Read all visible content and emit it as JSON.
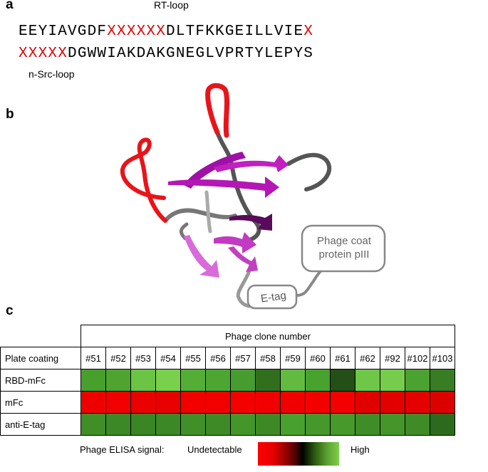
{
  "panels": {
    "a": "a",
    "b": "b",
    "c": "c"
  },
  "sequence": {
    "line1": [
      {
        "text": "EEYIAVGDF",
        "red": false
      },
      {
        "text": "XXXXXX",
        "red": true
      },
      {
        "text": "DLTFKKGEILLVIE",
        "red": false
      },
      {
        "text": "X",
        "red": true
      }
    ],
    "line2": [
      {
        "text": "XXXXX",
        "red": true
      },
      {
        "text": "DGWWIAKDAKGNEGLVPRTYLEPYS",
        "red": false
      }
    ],
    "rt_loop_label": "RT-loop",
    "nsrc_loop_label": "n-Src-loop"
  },
  "structure": {
    "phage_coat_label_1": "Phage coat",
    "phage_coat_label_2": "protein pIII",
    "etag_label": "E-tag",
    "colors": {
      "loop": "#e8141a",
      "strand": "#b417b4",
      "strand_light": "#d96ad9",
      "strand_dark": "#5a0a5a",
      "coil": "#555555"
    }
  },
  "heatmap": {
    "group_header": "Phage clone number",
    "corner_label": "Plate coating",
    "columns": [
      "#51",
      "#52",
      "#53",
      "#54",
      "#55",
      "#56",
      "#57",
      "#58",
      "#59",
      "#60",
      "#61",
      "#62",
      "#92",
      "#102",
      "#103"
    ],
    "rows": [
      {
        "label": "RBD-mFc",
        "colors": [
          "#47a02c",
          "#4ea42f",
          "#6cc444",
          "#78d04b",
          "#54ae36",
          "#4ea632",
          "#469c2e",
          "#316f1f",
          "#62bb40",
          "#48a22e",
          "#244f17",
          "#6ec747",
          "#76cc4b",
          "#4aa230",
          "#387c24"
        ]
      },
      {
        "label": "mFc",
        "colors": [
          "#ee0000",
          "#f00000",
          "#ea0000",
          "#e80000",
          "#f20000",
          "#f20000",
          "#f40000",
          "#f00000",
          "#f00000",
          "#f30000",
          "#f40000",
          "#e00000",
          "#e20000",
          "#e40000",
          "#dd0000"
        ]
      },
      {
        "label": "anti-E-tag",
        "colors": [
          "#3f8e27",
          "#3c8826",
          "#3a8524",
          "#3c8726",
          "#418f28",
          "#3e8a27",
          "#44962b",
          "#3d8926",
          "#48a02e",
          "#46982c",
          "#47992c",
          "#3f8d28",
          "#44962b",
          "#3f8b27",
          "#2e6a1d"
        ]
      }
    ]
  },
  "legend": {
    "title": "Phage ELISA signal:",
    "low": "Undetectable",
    "high": "High"
  }
}
